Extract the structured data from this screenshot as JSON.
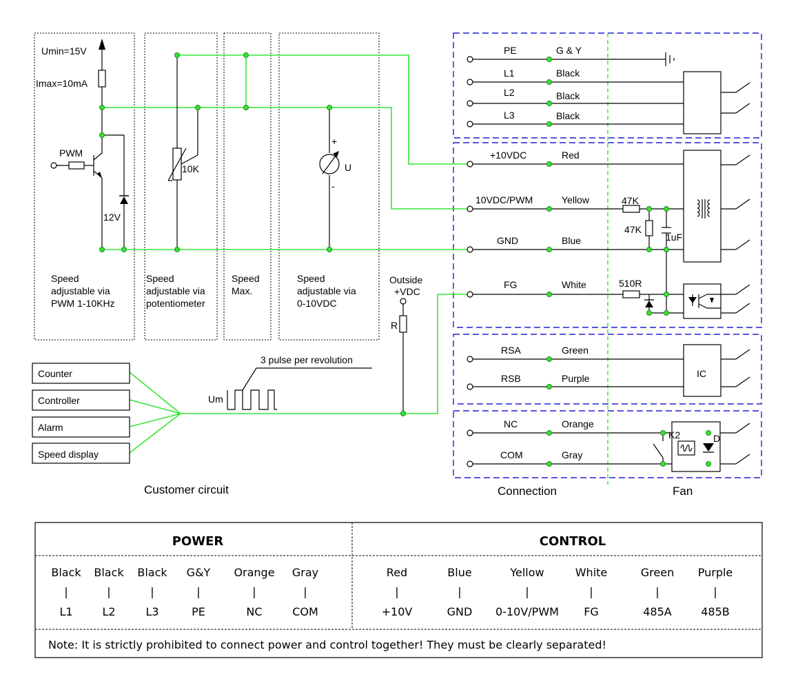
{
  "customer": {
    "umin": "Umin=15V",
    "imax": "Imax=10mA",
    "pwm": "PWM",
    "zener": "12V",
    "pot": "10K",
    "meter": "U",
    "plus": "+",
    "minus": "-",
    "outside_vdc_1": "Outside",
    "outside_vdc_2": "+VDC",
    "r": "R",
    "pulse": "3 pulse per revolution",
    "um": "Um",
    "modes": [
      [
        "Speed",
        "adjustable via",
        "PWM 1-10KHz"
      ],
      [
        "Speed",
        "adjustable via",
        "potentiometer"
      ],
      [
        "Speed",
        "Max."
      ],
      [
        "Speed",
        "adjustable via",
        "0-10VDC"
      ]
    ],
    "outputs": [
      "Counter",
      "Controller",
      "Alarm",
      "Speed display"
    ]
  },
  "connection": {
    "rows": [
      {
        "signal": "PE",
        "color": "G & Y"
      },
      {
        "signal": "L1",
        "color": "Black"
      },
      {
        "signal": "L2",
        "color": "Black"
      },
      {
        "signal": "L3",
        "color": "Black"
      },
      {
        "signal": "+10VDC",
        "color": "Red"
      },
      {
        "signal": "10VDC/PWM",
        "color": "Yellow"
      },
      {
        "signal": "GND",
        "color": "Blue"
      },
      {
        "signal": "FG",
        "color": "White"
      },
      {
        "signal": "RSA",
        "color": "Green"
      },
      {
        "signal": "RSB",
        "color": "Purple"
      },
      {
        "signal": "NC",
        "color": "Orange"
      },
      {
        "signal": "COM",
        "color": "Gray"
      }
    ]
  },
  "fan": {
    "r47k_h": "47K",
    "r47k_v": "47K",
    "cap": "1uF",
    "r510": "510R",
    "ic": "IC",
    "k2": "K2",
    "d": "D"
  },
  "captions": {
    "customer": "Customer circuit",
    "connection": "Connection",
    "fan": "Fan"
  },
  "legend": {
    "power_title": "POWER",
    "control_title": "CONTROL",
    "power": [
      {
        "color": "Black",
        "sep": "|",
        "signal": "L1"
      },
      {
        "color": "Black",
        "sep": "|",
        "signal": "L2"
      },
      {
        "color": "Black",
        "sep": "|",
        "signal": "L3"
      },
      {
        "color": "G&Y",
        "sep": "|",
        "signal": "PE"
      },
      {
        "color": "Orange",
        "sep": "|",
        "signal": "NC"
      },
      {
        "color": "Gray",
        "sep": "|",
        "signal": "COM"
      }
    ],
    "control": [
      {
        "color": "Red",
        "sep": "|",
        "signal": "+10V"
      },
      {
        "color": "Blue",
        "sep": "|",
        "signal": "GND"
      },
      {
        "color": "Yellow",
        "sep": "|",
        "signal": "0-10V/PWM"
      },
      {
        "color": "White",
        "sep": "|",
        "signal": "FG"
      },
      {
        "color": "Green",
        "sep": "|",
        "signal": "485A"
      },
      {
        "color": "Purple",
        "sep": "|",
        "signal": "485B"
      }
    ],
    "note": "Note: It is strictly prohibited to connect power and control together!  They must be clearly separated!"
  },
  "colors": {
    "signal_wire": "#35e535",
    "connector_border": "#1f1fd0",
    "line": "#000000"
  }
}
